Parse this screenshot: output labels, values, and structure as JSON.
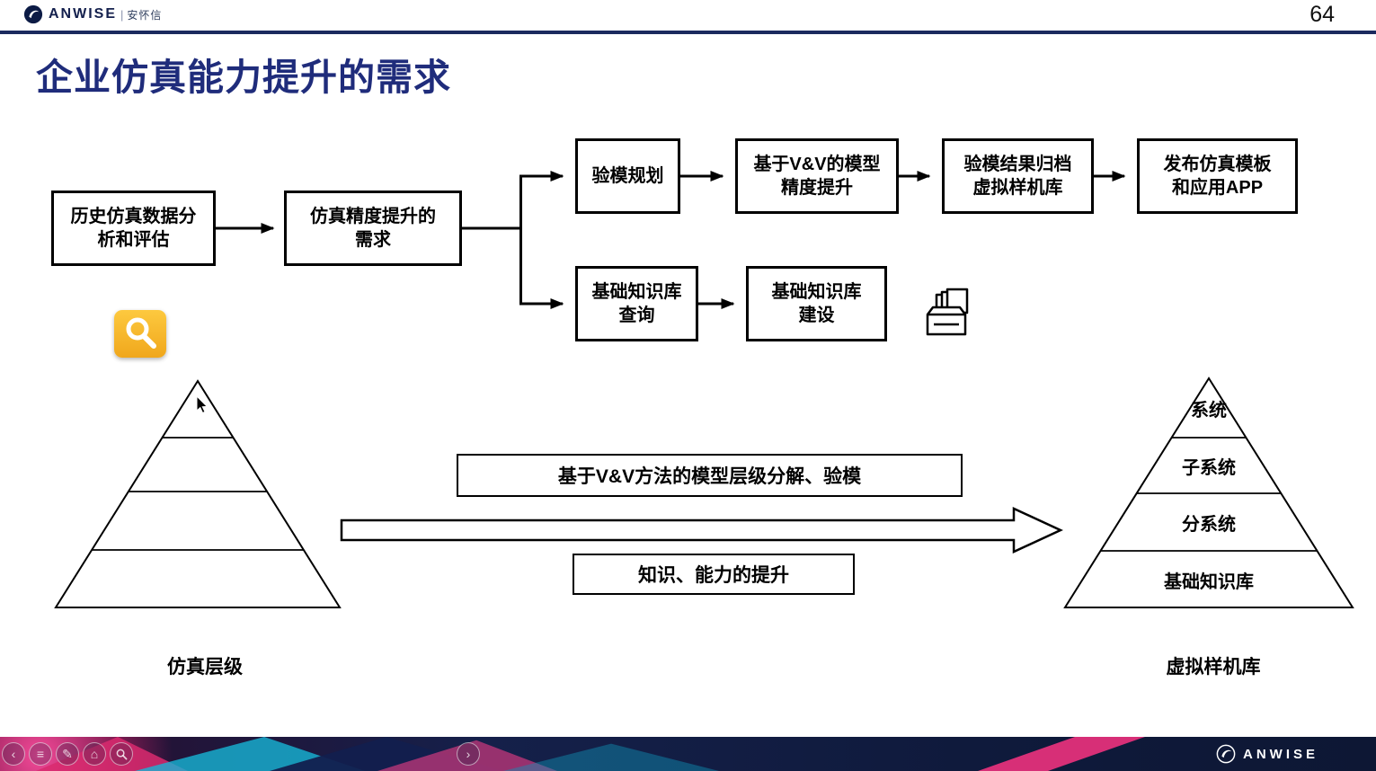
{
  "header": {
    "brand": "ANWISE",
    "divider": "|",
    "brand_cn": "安怀信",
    "page_number": "64"
  },
  "slide": {
    "title": "企业仿真能力提升的需求",
    "flow_boxes": {
      "history": "历史仿真数据分\n析和评估",
      "precision_need": "仿真精度提升的\n需求",
      "validation_plan": "验模规划",
      "vv_precision": "基于V&V的模型\n精度提升",
      "result_archive": "验模结果归档\n虚拟样机库",
      "publish_app": "发布仿真模板\n和应用APP",
      "kb_query": "基础知识库\n查询",
      "kb_build": "基础知识库\n建设"
    },
    "banners": {
      "vv_method": "基于V&V方法的模型层级分解、验模",
      "knowledge_up": "知识、能力的提升"
    },
    "left_pyramid": {
      "caption": "仿真层级"
    },
    "right_pyramid": {
      "caption": "虚拟样机库",
      "levels": [
        "系统",
        "子系统",
        "分系统",
        "基础知识库"
      ]
    }
  },
  "footer": {
    "brand": "ANWISE"
  },
  "icons": {
    "search-icon": "magnifier on yellow tile",
    "card-file-icon": "card index drawer with cards",
    "anwise-logo-icon": "swirl in circle",
    "mouse-cursor-icon": "arrow pointer",
    "control-prev-icon": "‹",
    "control-menu-icon": "≡",
    "control-pen-icon": "✎",
    "control-home-icon": "⌂",
    "control-zoom-icon": "magnifier",
    "control-next-icon": "›"
  },
  "colors": {
    "title_navy": "#1F2C7B",
    "rule_navy": "#1B2A5E",
    "accent_yellow": "#F5B723",
    "footer_navy": "#101B3E",
    "deco_pink": "#E8307A",
    "deco_cyan": "#19B8D8"
  }
}
